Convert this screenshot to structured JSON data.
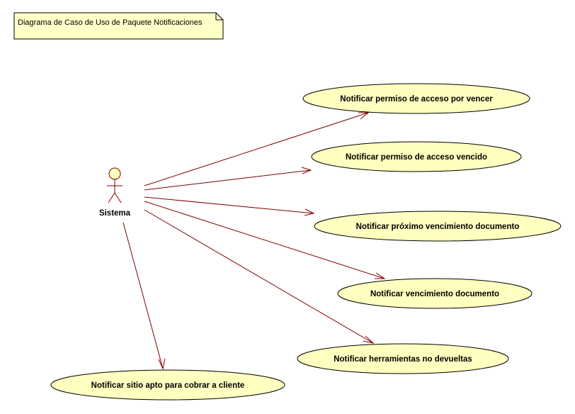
{
  "diagram": {
    "note": {
      "text": "Diagrama de Caso de Uso de Paquete Notificaciones"
    },
    "actor": {
      "name": "Sistema"
    },
    "use_cases": [
      {
        "label": "Notificar permiso de acceso por vencer"
      },
      {
        "label": "Notificar permiso de acceso vencido"
      },
      {
        "label": "Notificar próximo vencimiento documento"
      },
      {
        "label": "Notificar vencimiento documento"
      },
      {
        "label": "Notificar herramientas no devueltas"
      },
      {
        "label": "Notificar sitio apto para cobrar a cliente"
      }
    ],
    "colors": {
      "use_case_fill": "#ffffc0",
      "note_fill": "#ffffc8",
      "line": "#800000",
      "outline": "#000000"
    }
  }
}
